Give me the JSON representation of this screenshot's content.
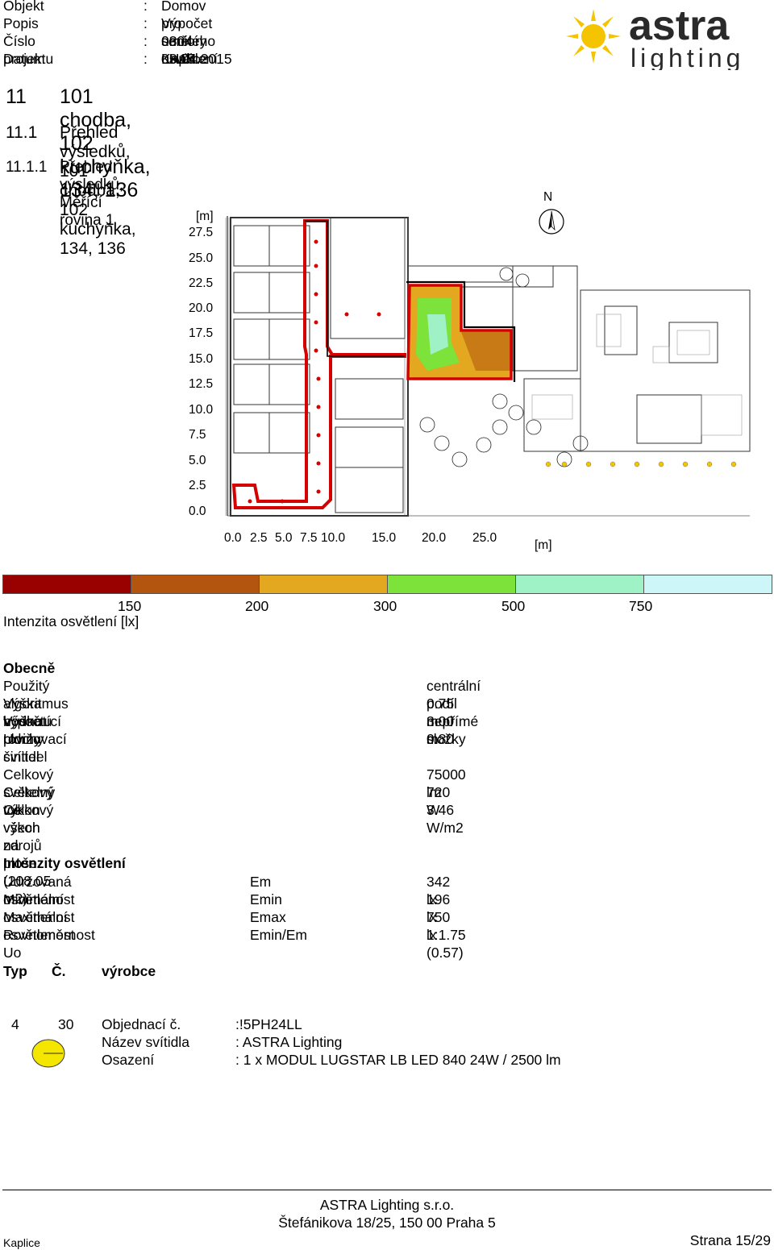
{
  "header": {
    "rows": [
      {
        "key": "Objekt",
        "colon": ":",
        "value": "Domov pro seniory Kaplice"
      },
      {
        "key": "Popis",
        "colon": ":",
        "value": "Výpočet umělého osvětlení"
      },
      {
        "key": "Číslo projektu",
        "colon": ":",
        "value": "0304 LH15"
      },
      {
        "key": "Datum",
        "colon": ":",
        "value": "03.04.2015"
      }
    ],
    "logo_text": "astra",
    "logo_sub": "lighting"
  },
  "headings": {
    "h1_num": "11",
    "h1_text": "101 chodba, 102 kuchyňka, 134, 136",
    "h2_num": "11.1",
    "h2_text": "Přehled výsledků, 101 chodba, 102 kuchyňka, 134, 136",
    "h3_num": "11.1.1",
    "h3_text": "Přehled výsledků, Měřící rovina 1"
  },
  "plan": {
    "y_unit": "[m]",
    "x_unit": "[m]",
    "north": "N",
    "y_ticks": [
      "27.5",
      "25.0",
      "22.5",
      "20.0",
      "17.5",
      "15.0",
      "12.5",
      "10.0",
      "7.5",
      "5.0",
      "2.5",
      "0.0"
    ],
    "x_ticks": [
      "0.0",
      "2.5",
      "5.0",
      "7.5",
      "10.0",
      "15.0",
      "20.0",
      "25.0"
    ]
  },
  "scale": {
    "colors": [
      "#990000",
      "#b3540f",
      "#e3a820",
      "#7de23a",
      "#9ef2c6",
      "#cdf6f8"
    ],
    "values": [
      "150",
      "200",
      "300",
      "500",
      "750"
    ],
    "label": "Intenzita osvětlení [lx]"
  },
  "general": {
    "title": "Obecně",
    "rows": [
      {
        "key": "Použitý algoritmus výpočtu",
        "value": "centrální podíl nepřímé složky"
      },
      {
        "key": "Výška hodnotící plochy",
        "value": "0.75 m"
      },
      {
        "key": "Výška roviny svítidel",
        "value": "3.00 m"
      },
      {
        "key": "Udržovací činitel",
        "value": "0.80"
      }
    ],
    "rows2": [
      {
        "key": "Celkový světelný tok všech zdrojů",
        "value": "75000 lm"
      },
      {
        "key": "Celkový výkon",
        "value": "720 W"
      },
      {
        "key": "Celkový výkon na ploše (208.05 m2)",
        "value": "3.46 W/m2"
      }
    ]
  },
  "intensity": {
    "title": "Intenzity osvětlení",
    "rows": [
      {
        "key": "Udržovaná osvětlenost",
        "sym": "Em",
        "value": "342 lx"
      },
      {
        "key": "Minimální osvětlenost",
        "sym": "Emin",
        "value": "196 lx"
      },
      {
        "key": "Maximální osvětlenost",
        "sym": "Emax",
        "value": "750 lx"
      },
      {
        "key": "Rovnoměrnost Uo",
        "sym": "Emin/Em",
        "value": "1:1.75 (0.57)"
      }
    ]
  },
  "table": {
    "col_typ": "Typ",
    "col_c": "Č.",
    "col_vyrobce": "výrobce"
  },
  "luminaire": {
    "typ": "4",
    "count": "30",
    "order_label": "Objednací č.",
    "order_value": ":!5PH24LL",
    "name_label": "Název svítidla",
    "name_value": ": ASTRA Lighting",
    "fit_label": "Osazení",
    "fit_value": ": 1 x MODUL LUGSTAR LB LED 840 24W / 2500 lm"
  },
  "footer": {
    "company": "ASTRA Lighting s.r.o.",
    "address": "Štefánikova 18/25, 150 00 Praha 5",
    "left": "Kaplice",
    "page": "Strana 15/29"
  }
}
